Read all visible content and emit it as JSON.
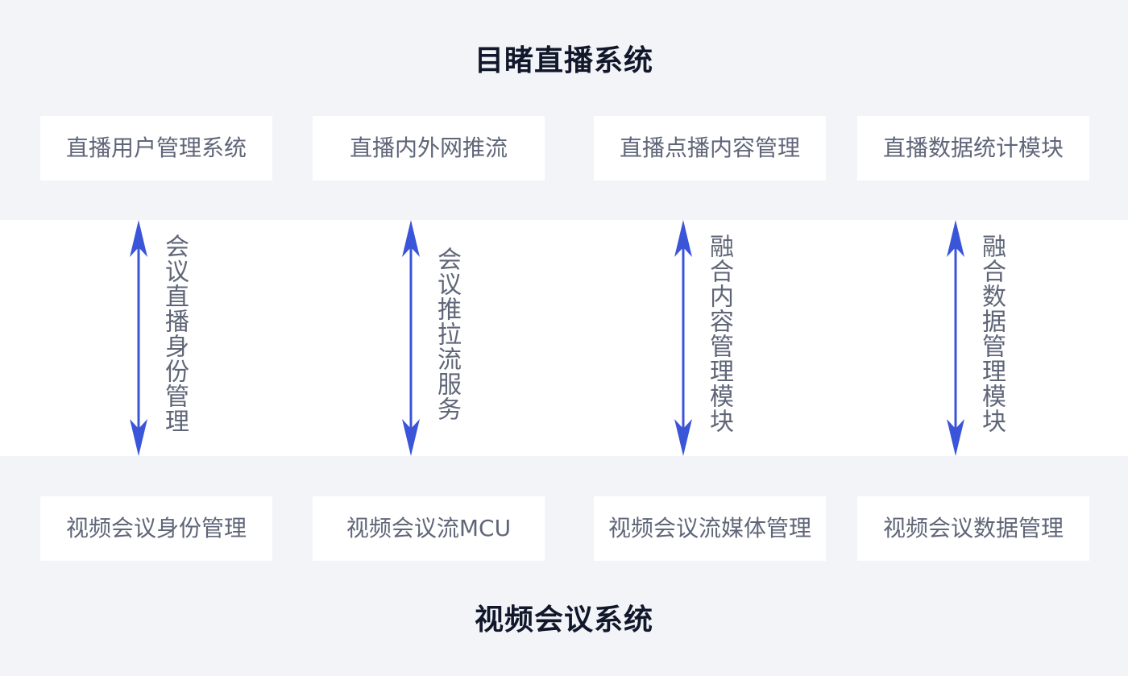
{
  "diagram": {
    "top_system": {
      "title": "目睹直播系统",
      "modules": [
        "直播用户管理系统",
        "直播内外网推流",
        "直播点播内容管理",
        "直播数据统计模块"
      ]
    },
    "links": [
      {
        "label": "会议直播身份管理",
        "direction": "bidirectional"
      },
      {
        "label": "会议推拉流服务",
        "direction": "bidirectional"
      },
      {
        "label": "融合内容管理模块",
        "direction": "bidirectional"
      },
      {
        "label": "融合数据管理模块",
        "direction": "bidirectional"
      }
    ],
    "bottom_system": {
      "title": "视频会议系统",
      "modules": [
        "视频会议身份管理",
        "视频会议流MCU",
        "视频会议流媒体管理",
        "视频会议数据管理"
      ]
    }
  },
  "colors": {
    "background": "#f3f4f8",
    "middle_band": "#ffffff",
    "box": "#ffffff",
    "title_text": "#12182b",
    "body_text": "#5f6678",
    "arrow": "#3b55d9"
  }
}
